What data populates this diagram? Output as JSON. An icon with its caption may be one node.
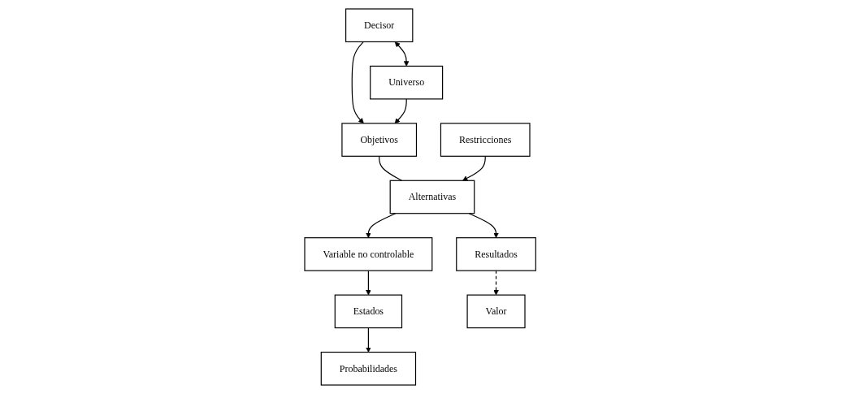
{
  "diagram": {
    "nodes": [
      {
        "text": [
          "Decisor"
        ]
      },
      {
        "text": [
          "Universo"
        ]
      },
      {
        "text": [
          "Objetivos"
        ]
      },
      {
        "text": [
          "Restricciones"
        ]
      },
      {
        "text": [
          "Alternativas"
        ]
      },
      {
        "text": [
          "Variable no controlable"
        ]
      },
      {
        "text": [
          "Estados"
        ]
      },
      {
        "text": [
          "Probabilidades"
        ]
      },
      {
        "text": [
          "Resultados"
        ]
      },
      {
        "text": [
          "Valor"
        ]
      }
    ],
    "edges": [
      {
        "from": 0,
        "to": 1,
        "arrow": "both"
      },
      {
        "from": 0,
        "to": 2,
        "arrow": "to"
      },
      {
        "from": 1,
        "to": 2,
        "arrow": "to"
      },
      {
        "from": 2,
        "to": 4,
        "arrow": "none"
      },
      {
        "from": 3,
        "to": 4,
        "arrow": "to"
      },
      {
        "from": 4,
        "to": 5,
        "arrow": "to"
      },
      {
        "from": 5,
        "to": 6,
        "arrow": "to"
      },
      {
        "from": 6,
        "to": 7,
        "arrow": "to"
      },
      {
        "from": 4,
        "to": 8,
        "arrow": "to"
      },
      {
        "from": 8,
        "to": 9,
        "arrow": "to",
        "style": "dashed"
      }
    ]
  }
}
